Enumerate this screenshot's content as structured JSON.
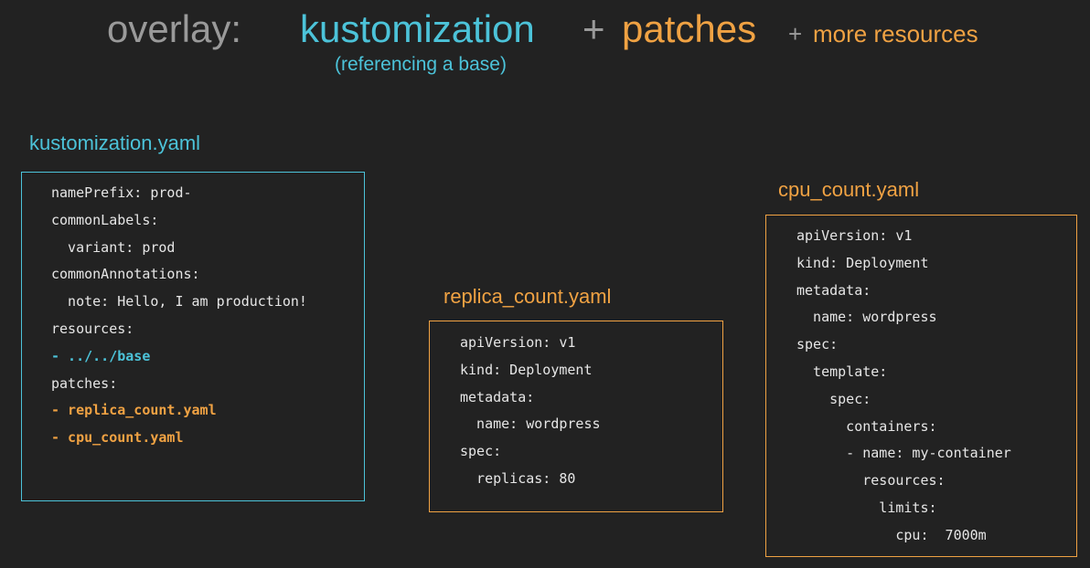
{
  "title": {
    "overlay": "overlay:",
    "kustomization": "kustomization",
    "plus": "+",
    "patches": "patches",
    "plus_small": "+",
    "more_resources": "more resources",
    "subtitle": "(referencing a base)"
  },
  "colors": {
    "background": "#222222",
    "cyan": "#4cc3d9",
    "orange": "#f0a243",
    "gray": "#9a9a9a",
    "code_text": "#e6e6e6"
  },
  "files": {
    "kustomization": {
      "name": "kustomization.yaml",
      "lines": [
        "namePrefix: prod-",
        "commonLabels:",
        "  variant: prod",
        "commonAnnotations:",
        "  note: Hello, I am production!",
        "resources:",
        "- ../../base",
        "patches:",
        "- replica_count.yaml",
        "- cpu_count.yaml"
      ]
    },
    "replica_count": {
      "name": "replica_count.yaml",
      "lines": [
        "apiVersion: v1",
        "kind: Deployment",
        "metadata:",
        "  name: wordpress",
        "spec:",
        "  replicas: 80"
      ]
    },
    "cpu_count": {
      "name": "cpu_count.yaml",
      "lines": [
        "apiVersion: v1",
        "kind: Deployment",
        "metadata:",
        "  name: wordpress",
        "spec:",
        "  template:",
        "    spec:",
        "      containers:",
        "      - name: my-container",
        "        resources:",
        "          limits:",
        "            cpu:  7000m"
      ]
    }
  }
}
